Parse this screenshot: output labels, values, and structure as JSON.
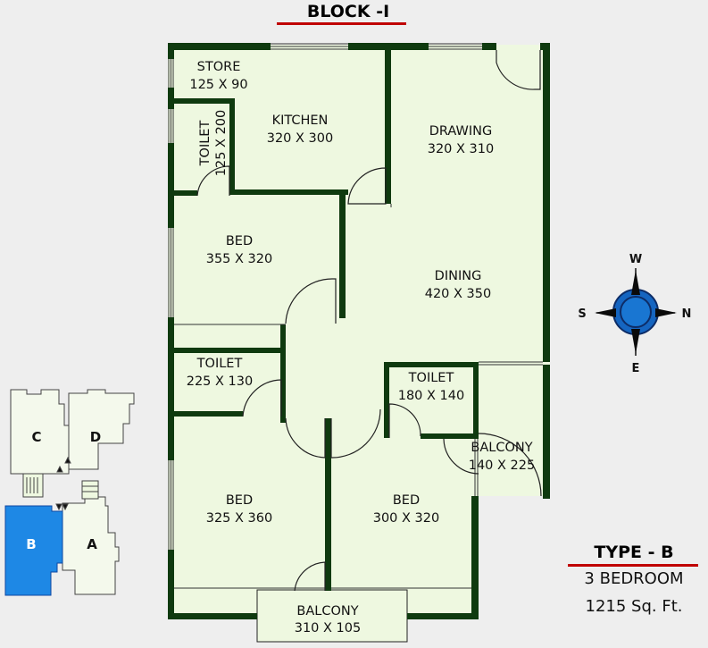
{
  "block_title": "BLOCK -I",
  "rooms": {
    "store": {
      "name": "STORE",
      "dims": "125 X 90"
    },
    "kitchen": {
      "name": "KITCHEN",
      "dims": "320 X 300"
    },
    "toilet_kitchen": {
      "name": "TOILET",
      "dims": "125 X 200"
    },
    "drawing": {
      "name": "DRAWING",
      "dims": "320 X 310"
    },
    "bed_1": {
      "name": "BED",
      "dims": "355 X 320"
    },
    "dining": {
      "name": "DINING",
      "dims": "420 X 350"
    },
    "toilet_2": {
      "name": "TOILET",
      "dims": "225 X 130"
    },
    "toilet_3": {
      "name": "TOILET",
      "dims": "180 X 140"
    },
    "balcony_side": {
      "name": "BALCONY",
      "dims": "140 X 225"
    },
    "bed_2": {
      "name": "BED",
      "dims": "325 X 360"
    },
    "bed_3": {
      "name": "BED",
      "dims": "300 X 320"
    },
    "balcony_bottom": {
      "name": "BALCONY",
      "dims": "310 X 105"
    }
  },
  "compass": {
    "north": "N",
    "south": "S",
    "east": "E",
    "west": "W"
  },
  "key_plan": {
    "blocks": [
      "C",
      "D",
      "B",
      "A"
    ],
    "highlight_color": "#1e88e5"
  },
  "type_info": {
    "title": "TYPE - B",
    "bedrooms": "3 BEDROOM",
    "area": "1215 Sq. Ft."
  },
  "colors": {
    "room_fill": "#eef8e0",
    "wall": "#0f3a0f",
    "accent": "#c00000",
    "compass_fill": "#1565c0"
  }
}
